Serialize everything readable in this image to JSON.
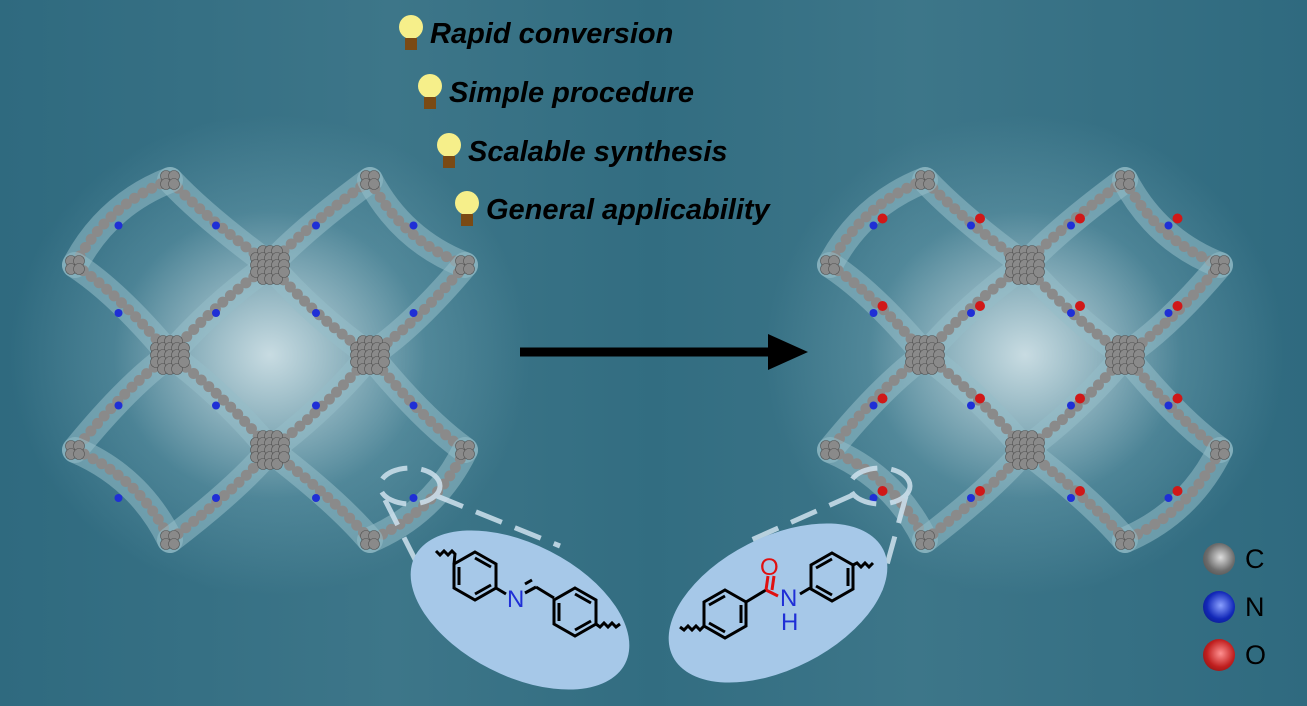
{
  "features": [
    {
      "label": "Rapid conversion",
      "icon": "lightbulb-icon"
    },
    {
      "label": "Simple procedure",
      "icon": "lightbulb-icon"
    },
    {
      "label": "Scalable synthesis",
      "icon": "lightbulb-icon"
    },
    {
      "label": "General applicability",
      "icon": "lightbulb-icon"
    }
  ],
  "imine_molecule": {
    "atoms": {
      "N": "N"
    }
  },
  "amide_molecule": {
    "atoms": {
      "O": "O",
      "N": "N",
      "H": "H"
    }
  },
  "legend": [
    {
      "label": "C",
      "color": "#7a7a7a"
    },
    {
      "label": "N",
      "color": "#1a2fc0"
    },
    {
      "label": "O",
      "color": "#c42020"
    }
  ],
  "colors": {
    "carbon": "#8a8a8a",
    "nitrogen": "#1f2fd6",
    "oxygen": "#d01818",
    "ellipse": "#a6c8e8",
    "arrow": "#000000"
  }
}
